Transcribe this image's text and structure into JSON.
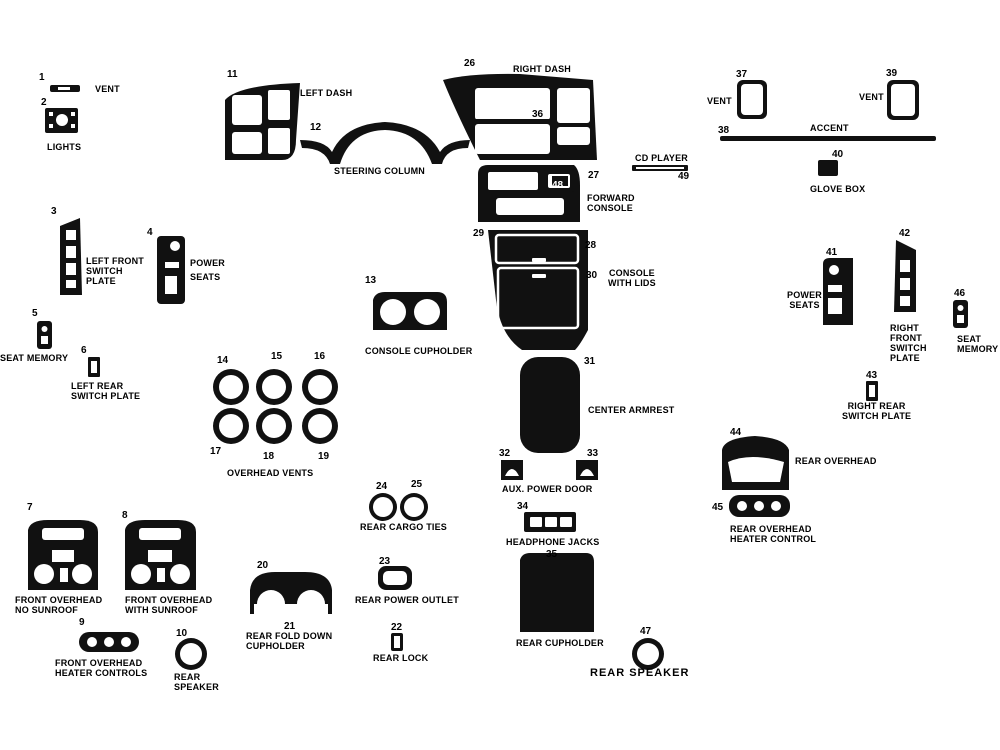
{
  "parts": {
    "p1": {
      "num": "1",
      "label": "VENT"
    },
    "p2": {
      "num": "2",
      "label": "LIGHTS"
    },
    "p3": {
      "num": "3",
      "label": "LEFT FRONT\nSWITCH\nPLATE"
    },
    "p4": {
      "num": "4",
      "label": "POWER\nSEATS"
    },
    "p5": {
      "num": "5",
      "label": "SEAT MEMORY"
    },
    "p6": {
      "num": "6",
      "label": "LEFT REAR\nSWITCH PLATE"
    },
    "p7": {
      "num": "7",
      "label": "FRONT OVERHEAD\nNO SUNROOF"
    },
    "p8": {
      "num": "8",
      "label": "FRONT OVERHEAD\nWITH SUNROOF"
    },
    "p9": {
      "num": "9",
      "label": "FRONT OVERHEAD\nHEATER CONTROLS"
    },
    "p10": {
      "num": "10",
      "label": "REAR\nSPEAKER"
    },
    "p11": {
      "num": "11",
      "label": "LEFT DASH"
    },
    "p12": {
      "num": "12",
      "label": "STEERING COLUMN"
    },
    "p13": {
      "num": "13",
      "label": "CONSOLE CUPHOLDER"
    },
    "p14": {
      "num": "14"
    },
    "p15": {
      "num": "15"
    },
    "p16": {
      "num": "16"
    },
    "p17": {
      "num": "17"
    },
    "p18": {
      "num": "18"
    },
    "p19": {
      "num": "19"
    },
    "overhead_vents": {
      "label": "OVERHEAD VENTS"
    },
    "p20": {
      "num": "20"
    },
    "p21": {
      "num": "21",
      "label": "REAR FOLD DOWN\nCUPHOLDER"
    },
    "p22": {
      "num": "22",
      "label": "REAR LOCK"
    },
    "p23": {
      "num": "23",
      "label": "REAR POWER OUTLET"
    },
    "p24": {
      "num": "24"
    },
    "p25": {
      "num": "25"
    },
    "rear_cargo_ties": {
      "label": "REAR CARGO TIES"
    },
    "p26": {
      "num": "26",
      "label": "RIGHT DASH"
    },
    "p27": {
      "num": "27",
      "label": "FORWARD\nCONSOLE"
    },
    "p28": {
      "num": "28"
    },
    "p29": {
      "num": "29"
    },
    "p30": {
      "num": "30",
      "label": "CONSOLE\nWITH LIDS"
    },
    "p31": {
      "num": "31",
      "label": "CENTER ARMREST"
    },
    "p32": {
      "num": "32"
    },
    "p33": {
      "num": "33"
    },
    "aux_power_door": {
      "label": "AUX. POWER DOOR"
    },
    "p34": {
      "num": "34",
      "label": "HEADPHONE JACKS"
    },
    "p35": {
      "num": "35",
      "label": "REAR CUPHOLDER"
    },
    "p36": {
      "num": "36"
    },
    "p37": {
      "num": "37"
    },
    "vent_37": {
      "label": "VENT"
    },
    "p38": {
      "num": "38",
      "label": "ACCENT"
    },
    "p39": {
      "num": "39"
    },
    "vent_39": {
      "label": "VENT"
    },
    "p40": {
      "num": "40",
      "label": "GLOVE BOX"
    },
    "p41": {
      "num": "41",
      "label": "POWER\nSEATS"
    },
    "p42": {
      "num": "42",
      "label": "RIGHT\nFRONT\nSWITCH\nPLATE"
    },
    "p43": {
      "num": "43",
      "label": "RIGHT REAR\nSWITCH PLATE"
    },
    "p44": {
      "num": "44",
      "label": "REAR OVERHEAD"
    },
    "p45": {
      "num": "45",
      "label": "REAR OVERHEAD\nHEATER CONTROL"
    },
    "p46": {
      "num": "46",
      "label": "SEAT\nMEMORY"
    },
    "p47": {
      "num": "47",
      "label": "REAR SPEAKER"
    },
    "p48": {
      "num": "48"
    },
    "p49": {
      "num": "49"
    },
    "cd_player": {
      "label": "CD PLAYER"
    }
  },
  "colors": {
    "part_fill": "#111111",
    "background": "#ffffff"
  }
}
